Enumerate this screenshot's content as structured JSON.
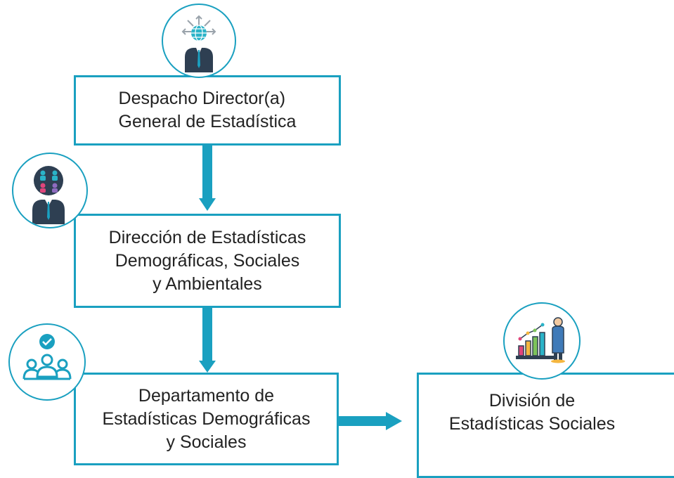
{
  "diagram": {
    "accent_color": "#1aa0c0",
    "nodes": [
      {
        "id": "despacho",
        "icon": "globe-manager-icon",
        "lines": [
          "Despacho Director(a)",
          "General de Estadística"
        ]
      },
      {
        "id": "direccion",
        "icon": "team-manager-icon",
        "lines": [
          "Dirección de Estadísticas",
          "Demográficas, Sociales",
          "y Ambientales"
        ]
      },
      {
        "id": "departamento",
        "icon": "group-check-icon",
        "lines": [
          "Departamento de",
          "Estadísticas Demográficas",
          "y Sociales"
        ]
      },
      {
        "id": "division",
        "icon": "chart-presenter-icon",
        "lines": [
          "División de",
          "Estadísticas Sociales"
        ]
      }
    ]
  }
}
